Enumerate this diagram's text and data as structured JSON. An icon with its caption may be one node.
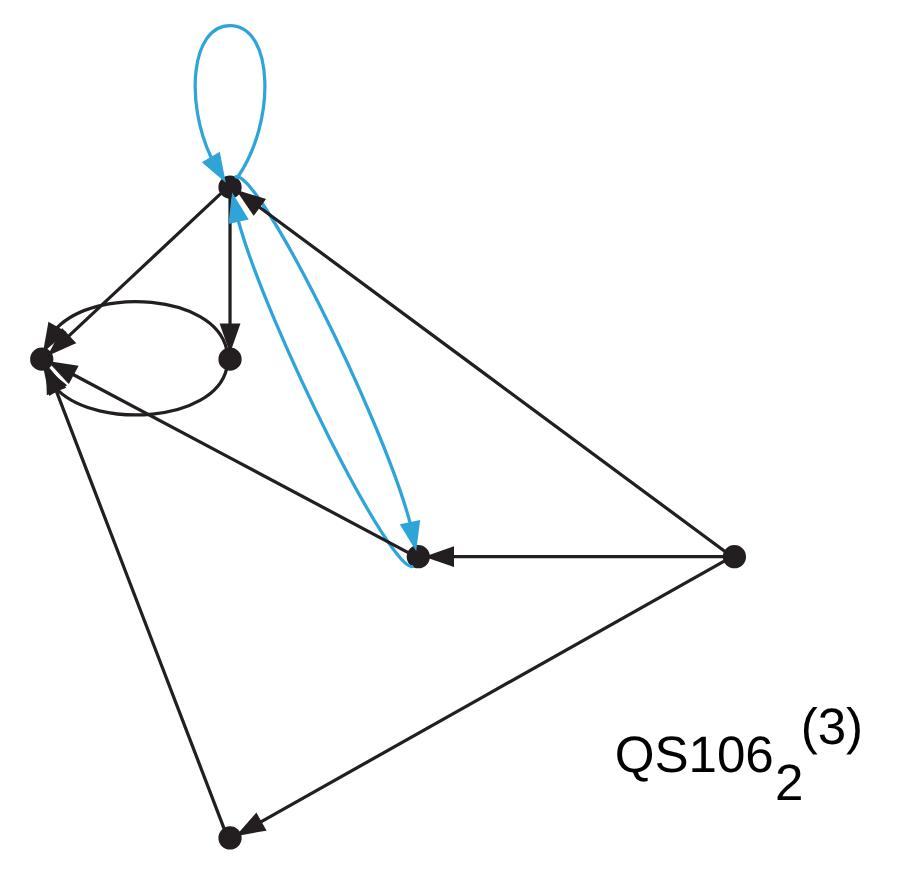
{
  "diagram": {
    "nodes": [
      {
        "text": [],
        "shape": "circle"
      },
      {
        "text": [],
        "shape": "circle"
      },
      {
        "text": [],
        "shape": "circle"
      },
      {
        "text": [],
        "shape": "circle"
      },
      {
        "text": [],
        "shape": "circle"
      },
      {
        "text": [],
        "shape": "circle"
      }
    ],
    "edges": [
      {
        "from": 0,
        "to": 1,
        "arrow": "to"
      },
      {
        "from": 4,
        "to": 0,
        "arrow": "to"
      },
      {
        "from": 4,
        "to": 5,
        "arrow": "to"
      },
      {
        "from": 5,
        "to": 1,
        "arrow": "to"
      },
      {
        "from": 0,
        "to": 2,
        "arrow": "to"
      },
      {
        "from": 2,
        "to": 1,
        "arrow": "to"
      },
      {
        "from": 2,
        "to": 1,
        "arrow": "to"
      },
      {
        "from": 3,
        "to": 1,
        "arrow": "to"
      },
      {
        "from": 4,
        "to": 3,
        "arrow": "to"
      },
      {
        "from": 0,
        "to": 3,
        "arrow": "to",
        "color": "#2fa4d9"
      },
      {
        "from": 3,
        "to": 0,
        "arrow": "to",
        "color": "#2fa4d9"
      },
      {
        "from": 0,
        "to": 0,
        "arrow": "to",
        "color": "#2fa4d9"
      }
    ],
    "labels": [
      "QS106$_{2}$$^{(3)}$"
    ]
  }
}
